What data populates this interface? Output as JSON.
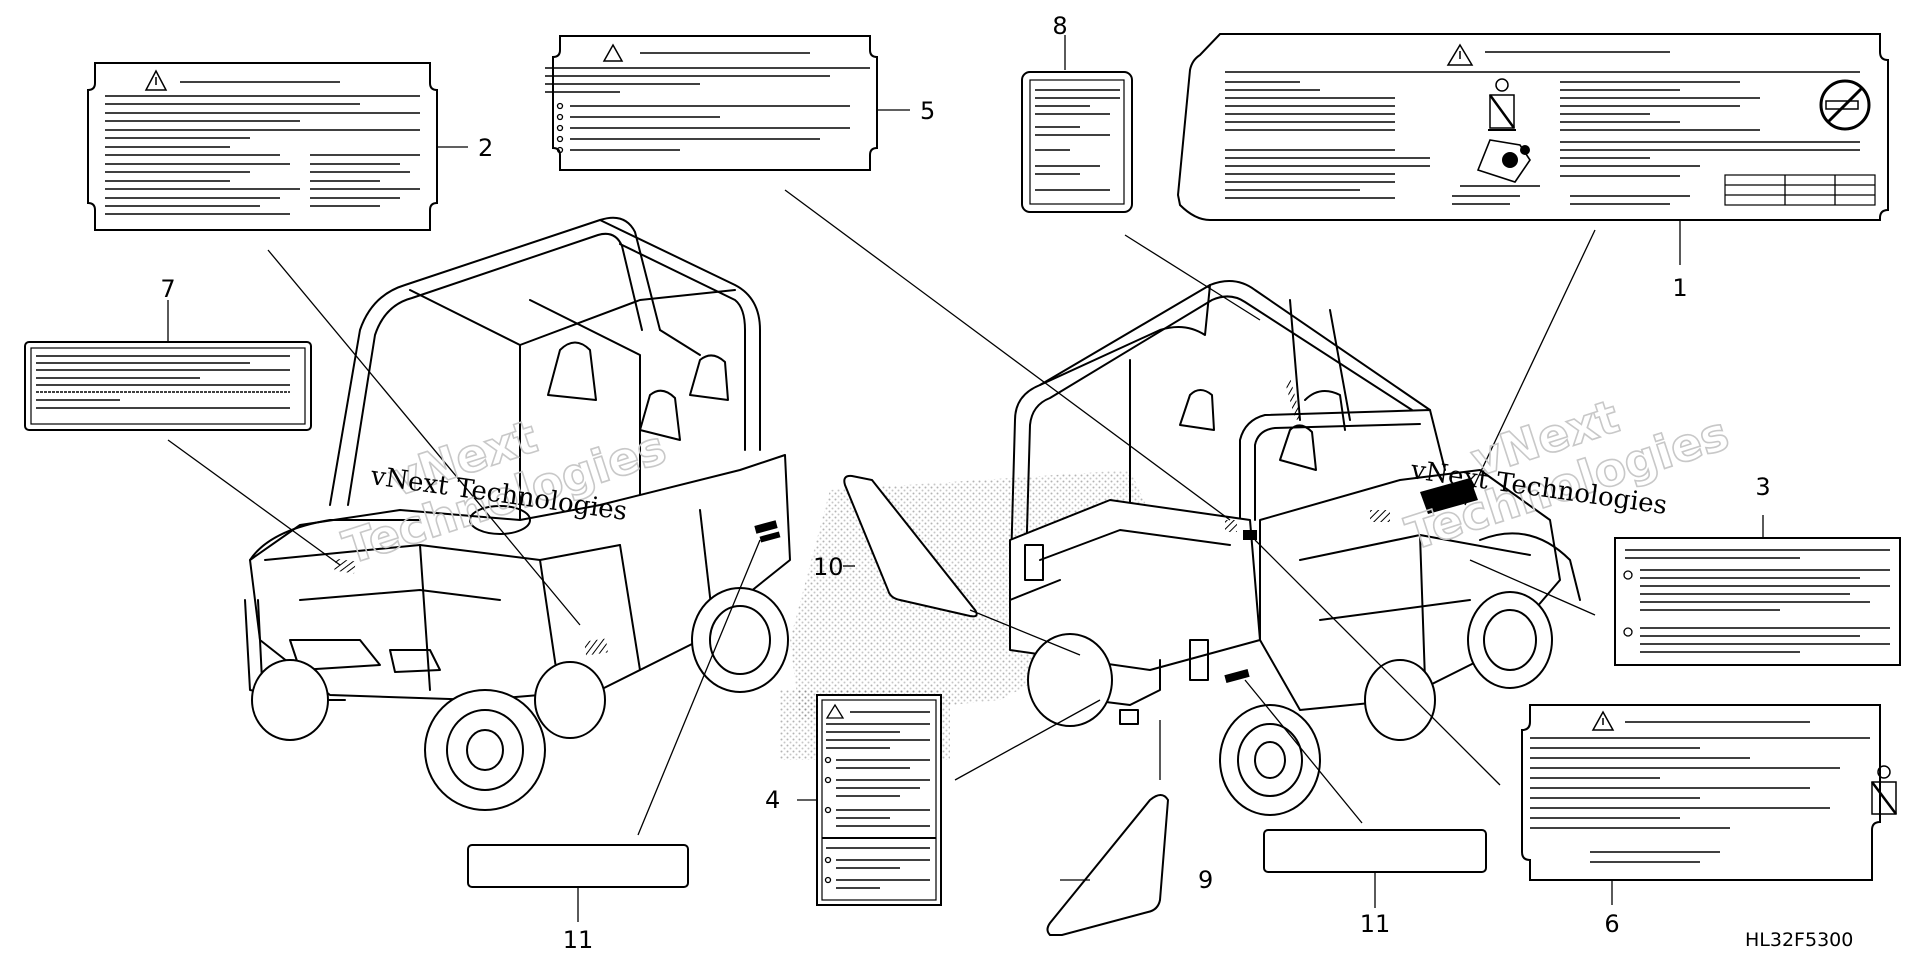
{
  "callouts": [
    {
      "id": "1",
      "label": "1"
    },
    {
      "id": "2",
      "label": "2"
    },
    {
      "id": "3",
      "label": "3"
    },
    {
      "id": "4",
      "label": "4"
    },
    {
      "id": "5",
      "label": "5"
    },
    {
      "id": "6",
      "label": "6"
    },
    {
      "id": "7",
      "label": "7"
    },
    {
      "id": "8",
      "label": "8"
    },
    {
      "id": "9",
      "label": "9"
    },
    {
      "id": "10",
      "label": "10"
    },
    {
      "id": "11a",
      "label": "11"
    },
    {
      "id": "11b",
      "label": "11"
    }
  ],
  "diagram_code": "HL32F5300",
  "watermark": {
    "line1": "vNext",
    "line2": "Technologies",
    "full": "vNext Technologies"
  },
  "icons": [
    "warning-triangle-icon",
    "seatbelt-icon",
    "no-smoking-icon",
    "rollover-icon"
  ]
}
